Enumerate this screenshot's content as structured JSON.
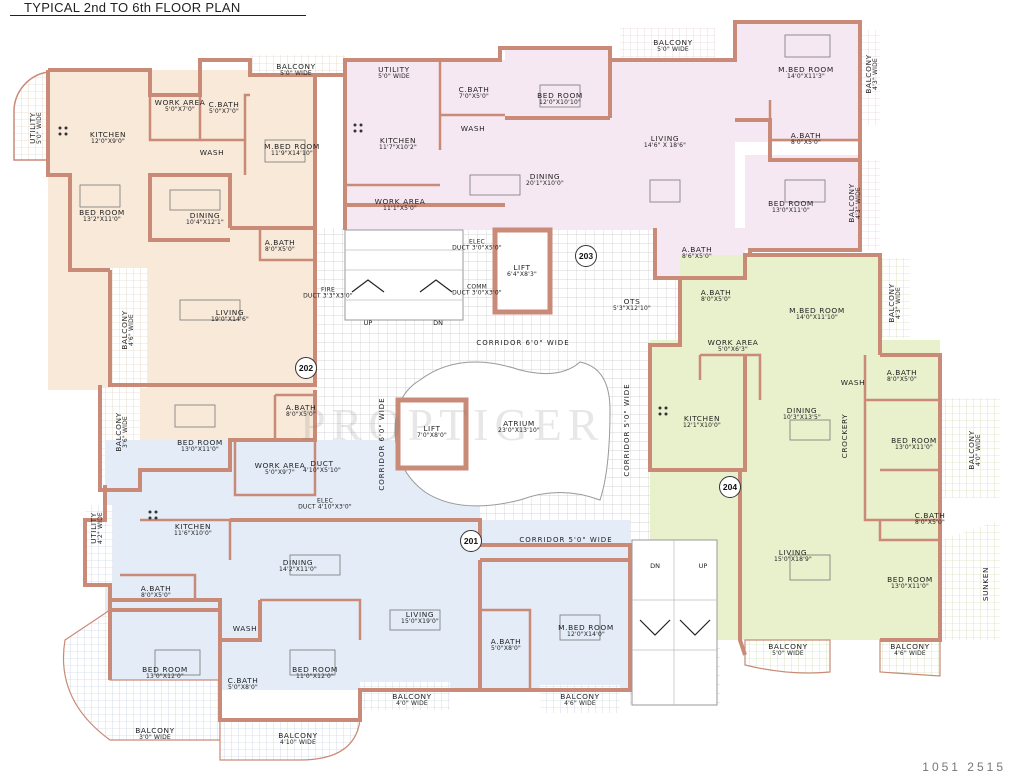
{
  "title": "TYPICAL 2nd TO 6th  FLOOR PLAN",
  "colors": {
    "unit_202": "#f8e9d9",
    "unit_203": "#f6e8f3",
    "unit_204": "#e8f0cc",
    "unit_201": "#e3ecf7",
    "walls": "#c98a78",
    "grid": "#c4c4c4"
  },
  "unit_badges": {
    "u201": "201",
    "u202": "202",
    "u203": "203",
    "u204": "204"
  },
  "rooms": {
    "u202": {
      "utility": {
        "name": "UTILITY",
        "dims": "5'0\" WIDE"
      },
      "kitchen": {
        "name": "KITCHEN",
        "dims": "12'0\"X9'0\""
      },
      "work_area": {
        "name": "WORK AREA",
        "dims": "5'0\"X7'0\""
      },
      "cbath": {
        "name": "C.BATH",
        "dims": "5'0\"X7'0\""
      },
      "balcony": {
        "name": "BALCONY",
        "dims": "5'0\" WIDE"
      },
      "wash": {
        "name": "WASH",
        "dims": ""
      },
      "mbed": {
        "name": "M.BED ROOM",
        "dims": "11'9\"X14'10\""
      },
      "bed": {
        "name": "BED ROOM",
        "dims": "13'2\"X11'0\""
      },
      "dining": {
        "name": "DINING",
        "dims": "10'4\"X12'1\""
      },
      "abath": {
        "name": "A.BATH",
        "dims": "8'0\"X5'0\""
      },
      "living": {
        "name": "LIVING",
        "dims": "19'0\"X14'6\""
      },
      "balcony2": {
        "name": "BALCONY",
        "dims": "4'6\" WIDE"
      },
      "balcony3": {
        "name": "BALCONY",
        "dims": "3'6\" WIDE"
      },
      "bed2": {
        "name": "BED ROOM",
        "dims": "13'0\"X11'0\""
      },
      "abath2": {
        "name": "A.BATH",
        "dims": "8'0\"X5'0\""
      }
    },
    "u203": {
      "utility": {
        "name": "UTILITY",
        "dims": "5'0\" WIDE"
      },
      "cbath": {
        "name": "C.BATH",
        "dims": "7'0\"X5'0\""
      },
      "wash": {
        "name": "WASH",
        "dims": ""
      },
      "bed": {
        "name": "BED ROOM",
        "dims": "12'0\"X10'10\""
      },
      "balcony": {
        "name": "BALCONY",
        "dims": "5'0\" WIDE"
      },
      "mbed": {
        "name": "M.BED ROOM",
        "dims": "14'0\"X11'3\""
      },
      "balcony2": {
        "name": "BALCONY",
        "dims": "4'3\" WIDE"
      },
      "kitchen": {
        "name": "KITCHEN",
        "dims": "11'7\"X10'2\""
      },
      "living": {
        "name": "LIVING",
        "dims": "14'6\" X 18'6\""
      },
      "abath": {
        "name": "A.BATH",
        "dims": "8'0\"X5'0\""
      },
      "dining": {
        "name": "DINING",
        "dims": "20'1\"X10'0\""
      },
      "work_area": {
        "name": "WORK AREA",
        "dims": "11'1\"X5'0\""
      },
      "bed2": {
        "name": "BED ROOM",
        "dims": "13'0\"X11'0\""
      },
      "balcony3": {
        "name": "BALCONY",
        "dims": "4'3\" WIDE"
      },
      "abath2": {
        "name": "A.BATH",
        "dims": "8'6\"X5'0\""
      }
    },
    "common": {
      "elec_duct": {
        "name": "ELEC",
        "dims": "DUCT 3'0\"X5'0\""
      },
      "comm_duct": {
        "name": "COMM",
        "dims": "DUCT 3'0\"X3'0\""
      },
      "lift1": {
        "name": "LIFT",
        "dims": "6'4\"X8'3\""
      },
      "fire_duct": {
        "name": "FIRE",
        "dims": "DUCT 3'3\"X3'0\""
      },
      "ots": {
        "name": "OTS",
        "dims": "5'3\"X12'10\""
      },
      "lift2": {
        "name": "LIFT",
        "dims": "7'0\"X8'0\""
      },
      "atrium": {
        "name": "ATRIUM",
        "dims": "23'0\"X13'10\""
      },
      "duct": {
        "name": "DUCT",
        "dims": "4'10\"X5'10\""
      },
      "elec_duct2": {
        "name": "ELEC",
        "dims": "DUCT 4'10\"X3'0\""
      },
      "corridor_top": "CORRIDOR 6'0\" WIDE",
      "corridor_left": "CORRIDOR 6'0\" WIDE",
      "corridor_right": "CORRIDOR 5'0\" WIDE",
      "corridor_bottom": "CORRIDOR 5'0\" WIDE",
      "up": "UP",
      "dn": "DN",
      "dn2": "DN",
      "up2": "UP"
    },
    "u204": {
      "abath": {
        "name": "A.BATH",
        "dims": "8'0\"X5'0\""
      },
      "mbed": {
        "name": "M.BED ROOM",
        "dims": "14'0\"X11'10\""
      },
      "balcony": {
        "name": "BALCONY",
        "dims": "4'3\" WIDE"
      },
      "work_area": {
        "name": "WORK AREA",
        "dims": "5'0\"X6'3\""
      },
      "wash": {
        "name": "WASH",
        "dims": ""
      },
      "abath2": {
        "name": "A.BATH",
        "dims": "8'0\"X5'0\""
      },
      "kitchen": {
        "name": "KITCHEN",
        "dims": "12'1\"X10'0\""
      },
      "dining": {
        "name": "DINING",
        "dims": "10'3\"X13'5\""
      },
      "crockery": {
        "name": "CROCKERY",
        "dims": ""
      },
      "bed": {
        "name": "BED ROOM",
        "dims": "13'0\"X11'0\""
      },
      "balcony2": {
        "name": "BALCONY",
        "dims": "4'0\" WIDE"
      },
      "cbath": {
        "name": "C.BATH",
        "dims": "8'0\"X5'0\""
      },
      "living": {
        "name": "LIVING",
        "dims": "15'0\"X18'9\""
      },
      "bed2": {
        "name": "BED ROOM",
        "dims": "13'0\"X11'0\""
      },
      "sunken": {
        "name": "SUNKEN",
        "dims": ""
      },
      "balcony3": {
        "name": "BALCONY",
        "dims": "5'0\" WIDE"
      },
      "balcony4": {
        "name": "BALCONY",
        "dims": "4'6\" WIDE"
      }
    },
    "u201": {
      "utility": {
        "name": "UTILITY",
        "dims": "4'2\" WIDE"
      },
      "kitchen": {
        "name": "KITCHEN",
        "dims": "11'6\"X10'0\""
      },
      "work_area": {
        "name": "WORK AREA",
        "dims": "5'0\"X9'7\""
      },
      "dining": {
        "name": "DINING",
        "dims": "14'2\"X11'0\""
      },
      "abath": {
        "name": "A.BATH",
        "dims": "8'0\"X5'0\""
      },
      "living": {
        "name": "LIVING",
        "dims": "15'0\"X19'0\""
      },
      "mbed": {
        "name": "M.BED ROOM",
        "dims": "12'0\"X14'0\""
      },
      "abath2": {
        "name": "A.BATH",
        "dims": "5'0\"X8'0\""
      },
      "wash": {
        "name": "WASH",
        "dims": ""
      },
      "bed": {
        "name": "BED ROOM",
        "dims": "13'0\"X12'0\""
      },
      "bed2": {
        "name": "BED ROOM",
        "dims": "11'0\"X12'0\""
      },
      "cbath": {
        "name": "C.BATH",
        "dims": "5'0\"X8'0\""
      },
      "balcony": {
        "name": "BALCONY",
        "dims": "4'0\" WIDE"
      },
      "balcony2": {
        "name": "BALCONY",
        "dims": "4'6\" WIDE"
      },
      "balcony3": {
        "name": "BALCONY",
        "dims": "3'0\" WIDE"
      },
      "balcony4": {
        "name": "BALCONY",
        "dims": "4'10\" WIDE"
      }
    }
  },
  "watermark": "PROPTIGER",
  "corner_code": "1051 2515"
}
